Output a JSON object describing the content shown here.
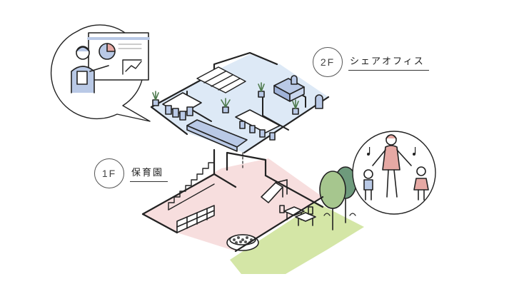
{
  "floors": [
    {
      "badge": "2F",
      "label": "シェアオフィス"
    },
    {
      "badge": "1F",
      "label": "保育園"
    }
  ],
  "colors": {
    "office_floor": "#dde9f6",
    "nursery_floor": "#f7dede",
    "garden": "#d4e6a6",
    "furniture": "#b9c9e6",
    "tree_light": "#a6c68e",
    "tree_dark": "#6e9a7c",
    "outline": "#222222"
  },
  "icons": [
    "presenter-illustration",
    "pie-chart-icon",
    "line-chart-icon",
    "music-note-icon",
    "family-illustration"
  ]
}
